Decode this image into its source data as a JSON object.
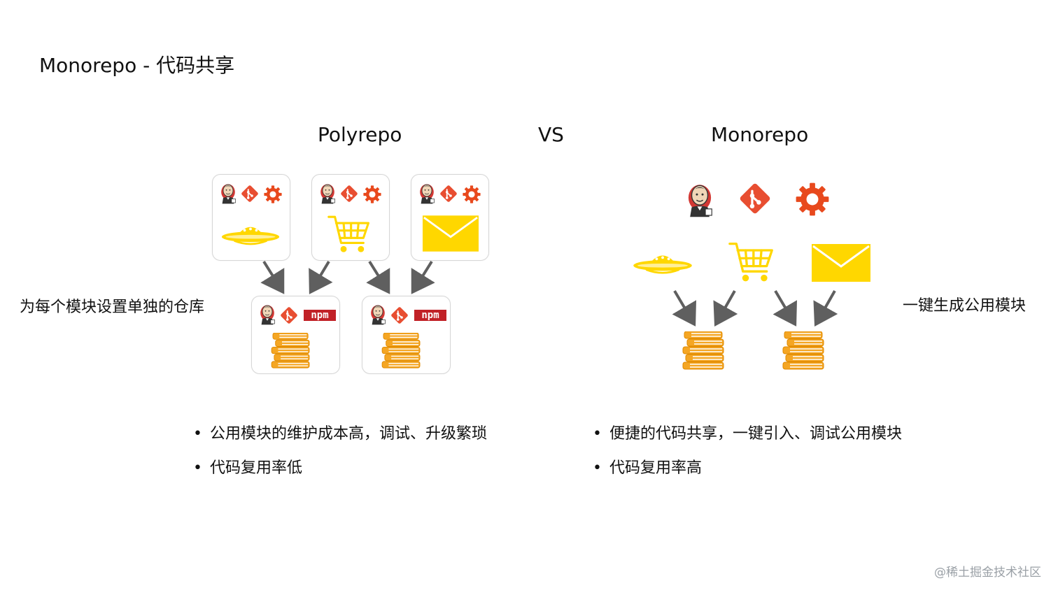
{
  "slide": {
    "title": "Monorepo - 代码共享",
    "left_heading": "Polyrepo",
    "vs_label": "VS",
    "right_heading": "Monorepo",
    "left_side_label": "为每个模块设置单独的仓库",
    "right_side_label": "一键生成公用模块",
    "watermark": "@稀土掘金技术社区"
  },
  "polyrepo": {
    "repo_cards": [
      {
        "icons": [
          "jenkins-icon",
          "git-icon",
          "gear-icon"
        ],
        "module_icon": "ufo-icon"
      },
      {
        "icons": [
          "jenkins-icon",
          "git-icon",
          "gear-icon"
        ],
        "module_icon": "shopping-cart-icon"
      },
      {
        "icons": [
          "jenkins-icon",
          "git-icon",
          "gear-icon"
        ],
        "module_icon": "envelope-icon"
      }
    ],
    "package_cards": [
      {
        "icons": [
          "jenkins-icon",
          "git-icon",
          "npm-icon"
        ],
        "module_icon": "books-icon",
        "npm_text": "npm"
      },
      {
        "icons": [
          "jenkins-icon",
          "git-icon",
          "npm-icon"
        ],
        "module_icon": "books-icon",
        "npm_text": "npm"
      }
    ],
    "bullets": [
      "公用模块的维护成本高，调试、升级繁琐",
      "代码复用率低"
    ]
  },
  "monorepo": {
    "shared_tools": [
      "jenkins-icon",
      "git-icon",
      "gear-icon"
    ],
    "modules": [
      "ufo-icon",
      "shopping-cart-icon",
      "envelope-icon"
    ],
    "packages": [
      "books-icon",
      "books-icon"
    ],
    "bullets": [
      "便捷的代码共享，一键引入、调试公用模块",
      "代码复用率高"
    ]
  },
  "colors": {
    "accent_yellow": "#FFD700",
    "git_red": "#E84E31",
    "gear_orange": "#E8491D",
    "npm_red": "#C12127",
    "books_orange": "#F39C12",
    "arrow_gray": "#5F5F5F",
    "card_border": "#D6D6D6"
  }
}
